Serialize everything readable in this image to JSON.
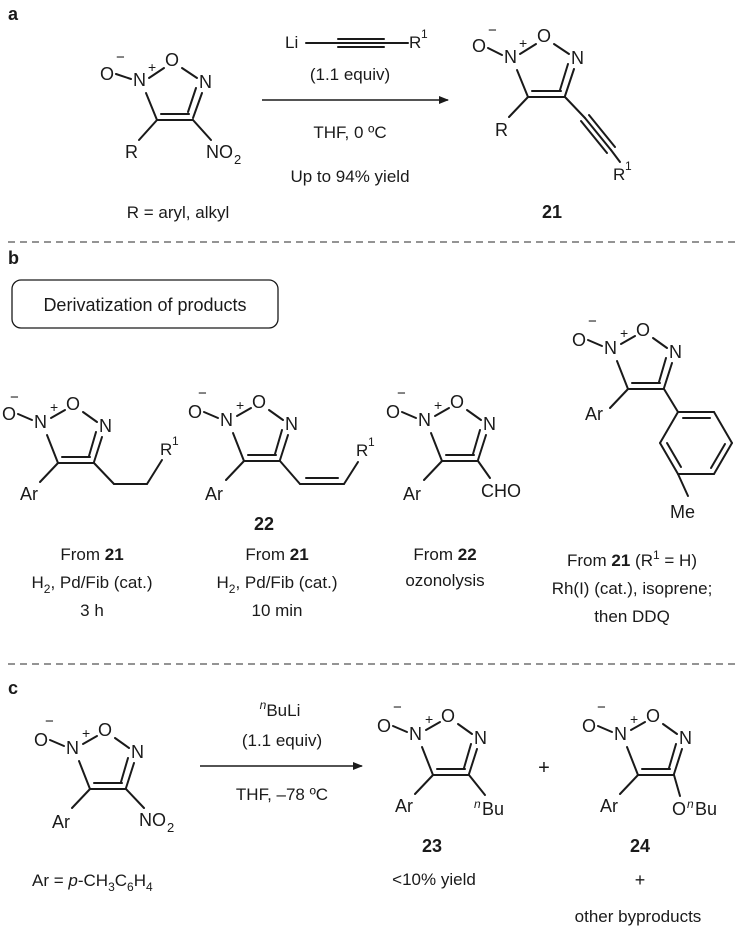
{
  "panels": {
    "a": "a",
    "b": "b",
    "c": "c"
  },
  "atoms": {
    "O": "O",
    "N": "N",
    "NO2_main": "NO",
    "NO2_sub": "2",
    "minus": "−",
    "plus": "+",
    "R": "R",
    "R1_main": "R",
    "R1_sup": "1",
    "Ar": "Ar",
    "CHO": "CHO",
    "Me": "Me",
    "Li": "Li",
    "Bu": "Bu",
    "n": "n",
    "O_nBu_O": "O"
  },
  "panel_a": {
    "reagent_equiv": "(1.1 equiv)",
    "conditions": "THF, 0 ºC",
    "yield": "Up to 94% yield",
    "substituent_note": "R = aryl, alkyl",
    "product_id": "21"
  },
  "panel_b": {
    "header": "Derivatization of products",
    "compound_22": "22",
    "items": [
      {
        "from": "From ",
        "from_bold": "21",
        "line2": "H",
        "line2_sub": "2",
        "line2_rest": ", Pd/Fib (cat.)",
        "line3": "3 h"
      },
      {
        "from": "From ",
        "from_bold": "21",
        "line2": "H",
        "line2_sub": "2",
        "line2_rest": ", Pd/Fib (cat.)",
        "line3": "10 min"
      },
      {
        "from": "From ",
        "from_bold": "22",
        "line2": "ozonolysis",
        "line3": ""
      },
      {
        "from": "From ",
        "from_bold": "21",
        "from_rest": " (R",
        "from_sup": "1",
        "from_rest2": " = H)",
        "line2": "Rh(I) (cat.), isoprene;",
        "line3": "then DDQ"
      }
    ]
  },
  "panel_c": {
    "reagent_n": "n",
    "reagent": "BuLi",
    "equiv": "(1.1 equiv)",
    "conditions": "THF, –78 ºC",
    "plus_sign": "+",
    "ar_def_prefix": "Ar = ",
    "ar_def_p": "p",
    "ar_def_rest": "-CH",
    "ar_def_sub1": "3",
    "ar_def_mid": "C",
    "ar_def_sub2": "6",
    "ar_def_h": "H",
    "ar_def_sub3": "4",
    "compound_23": "23",
    "compound_24": "24",
    "yield_23": "<10% yield",
    "plus_24": "+",
    "byproducts": "other byproducts"
  }
}
